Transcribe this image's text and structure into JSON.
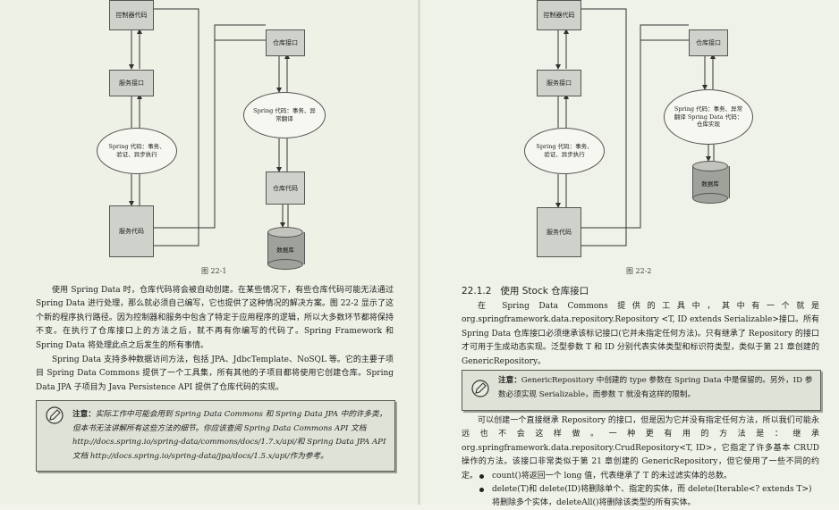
{
  "left": {
    "diagram": {
      "controller": "控制器代码",
      "service_interface": "服务接口",
      "service_code": "服务代码",
      "repo_interface": "仓库接口",
      "repo_code": "仓库代码",
      "database": "数据库",
      "cloud_left": "Spring 代码：事务、验证、异步执行",
      "cloud_right": "Spring 代码：事务、异常翻译"
    },
    "caption": "图 22-1",
    "para1": "使用 Spring Data 时，仓库代码将会被自动创建。在某些情况下，有些仓库代码可能无法通过 Spring Data 进行处理，那么就必须自己编写，它也提供了这种情况的解决方案。图 22-2 显示了这个新的程序执行路径。因为控制器和服务中包含了特定于应用程序的逻辑，所以大多数环节都将保持不变。在执行了仓库接口上的方法之后，就不再有你编写的代码了。Spring Framework 和 Spring Data 将处理此点之后发生的所有事情。",
    "para2": "Spring Data 支持多种数据访问方法，包括 JPA、JdbcTemplate、NoSQL 等。它的主要子项目 Spring Data Commons 提供了一个工具集，所有其他的子项目都将使用它创建仓库。Spring Data JPA 子项目为 Java Persistence API 提供了仓库代码的实现。",
    "note_label": "注意：",
    "note_text": "实际工作中可能会用到 Spring Data Commons 和 Spring Data JPA 中的许多类，但本书无法讲解所有这些方法的细节。你应该查阅 Spring Data Commons API 文档 http://docs.spring.io/spring-data/commons/docs/1.7.x/api/和 Spring Data JPA API 文档 http://docs.spring.io/spring-data/jpa/docs/1.5.x/api/作为参考。"
  },
  "right": {
    "diagram": {
      "controller": "控制器代码",
      "service_interface": "服务接口",
      "service_code": "服务代码",
      "repo_interface": "仓库接口",
      "database": "数据库",
      "cloud_left": "Spring 代码：事务、验证、异步执行",
      "cloud_right": "Spring 代码：事务、异常翻译 Spring Data 代码：仓库实现"
    },
    "caption": "图 22-2",
    "heading": "22.1.2   使用 Stock 仓库接口",
    "para1": "在 Spring Data Commons 提供的工具中，其中有一个就是 org.springframework.data.repository.Repository <T, ID extends Serializable>接口。所有 Spring Data 仓库接口必须继承该标记接口(它并未指定任何方法)。只有继承了 Repository 的接口才可用于生成动态实现。泛型参数 T 和 ID 分别代表实体类型和标识符类型，类似于第 21 章创建的 GenericRepository。",
    "note_label": "注意：",
    "note_text": "GenericRepository 中创建的 type 参数在 Spring Data 中是保留的。另外，ID 参数必须实现 Serializable，而参数 T 就没有这样的限制。",
    "para2": "可以创建一个直接继承 Repository 的接口，但是因为它并没有指定任何方法，所以我们可能永远也不会这样做。一种更有用的方法是：继承 org.springframework.data.repository.CrudRepository<T, ID>，它指定了许多基本 CRUD 操作的方法。该接口非常类似于第 21 章创建的 GenericRepository，但它使用了一些不同的约定。",
    "bullets": [
      "count()将返回一个 long 值，代表继承了 T 的未过滤实体的总数。",
      "delete(T)和 delete(ID)将删除单个、指定的实体，而 delete(Iterable<? extends T>)将删除多个实体，deleteAll()将删除该类型的所有实体。"
    ]
  }
}
